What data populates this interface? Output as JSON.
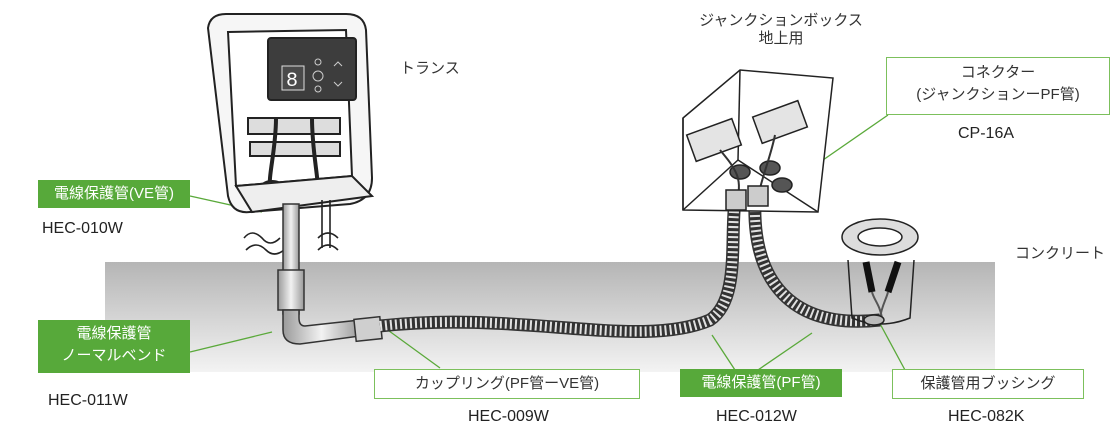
{
  "labels": {
    "transformer": "トランス",
    "junction_box_line1": "ジャンクションボックス",
    "junction_box_line2": "地上用",
    "concrete": "コンクリート",
    "vc_conduit": "電線保護管(VE管)",
    "vc_conduit_code": "HEC-010W",
    "bend_line1": "電線保護管",
    "bend_line2": "ノーマルベンド",
    "bend_code": "HEC-011W",
    "coupling": "カップリング(PF管ーVE管)",
    "coupling_code": "HEC-009W",
    "pf_conduit": "電線保護管(PF管)",
    "pf_conduit_code": "HEC-012W",
    "bushing": "保護管用ブッシング",
    "bushing_code": "HEC-082K",
    "connector_line1": "コネクター",
    "connector_line2": "(ジャンクションーPF管)",
    "connector_code": "CP-16A"
  },
  "transformer_display": "8",
  "colors": {
    "green": "#57a93a",
    "green_border": "#7cc05c",
    "concrete_top": "#b5b5b5",
    "concrete_bottom": "#f3f3f3"
  }
}
